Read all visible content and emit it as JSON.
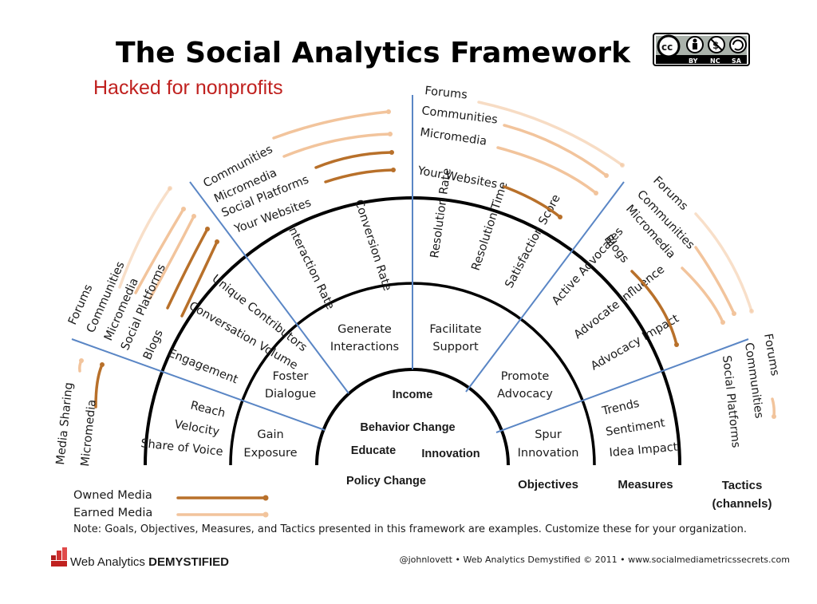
{
  "title": "The Social Analytics Framework",
  "subtitle": "Hacked for nonprofits",
  "license_badge": [
    "BY",
    "NC",
    "SA"
  ],
  "colors": {
    "owned_media": "#b8702a",
    "earned_media": "#f2c49c",
    "divider": "#5a86c5",
    "subtitle": "#c0211f"
  },
  "goals": [
    "Income",
    "Behavior Change",
    "Educate",
    "Innovation",
    "Policy Change"
  ],
  "objectives": [
    {
      "line1": "Gain",
      "line2": "Exposure"
    },
    {
      "line1": "Foster",
      "line2": "Dialogue"
    },
    {
      "line1": "Generate",
      "line2": "Interactions"
    },
    {
      "line1": "Facilitate",
      "line2": "Support"
    },
    {
      "line1": "Promote",
      "line2": "Advocacy"
    },
    {
      "line1": "Spur",
      "line2": "Innovation"
    }
  ],
  "measures": {
    "exposure": [
      "Reach",
      "Velocity",
      "Share of Voice"
    ],
    "dialogue": [
      "Engagement",
      "Conversation Volume",
      "Unique Contributors"
    ],
    "interactions": [
      "Interaction Rate",
      "Conversion Rate"
    ],
    "support": [
      "Resolution Rate",
      "Resolution Time",
      "Satisfaction Score"
    ],
    "advocacy": [
      "Active Advocates",
      "Advocate Influence",
      "Advocacy Impact"
    ],
    "innovation": [
      "Trends",
      "Sentiment",
      "Idea Impact"
    ]
  },
  "tactics": {
    "exposure": [
      "Media Sharing",
      "Micromedia"
    ],
    "dialogue": [
      "Forums",
      "Communities",
      "Micromedia",
      "Social Platforms",
      "Blogs"
    ],
    "interactions": [
      "Communities",
      "Micromedia",
      "Social Platforms",
      "Your Websites"
    ],
    "support": [
      "Forums",
      "Communities",
      "Micromedia",
      "Your Websites"
    ],
    "advocacy": [
      "Forums",
      "Communities",
      "Micromedia",
      "Blogs"
    ],
    "innovation": [
      "Forums",
      "Communities",
      "Social Platforms"
    ]
  },
  "column_headers": {
    "objectives": "Objectives",
    "measures": "Measures",
    "tactics_line1": "Tactics",
    "tactics_line2": "(channels)"
  },
  "legend": {
    "owned": "Owned Media",
    "earned": "Earned Media"
  },
  "note": "Note: Goals, Objectives, Measures, and Tactics presented in this framework are examples. Customize these for your organization.",
  "footer": {
    "brand_light": "Web Analytics ",
    "brand_bold": "DEMYSTIFIED",
    "credit": "@johnlovett • Web Analytics Demystified © 2011 • www.socialmediametricssecrets.com"
  }
}
